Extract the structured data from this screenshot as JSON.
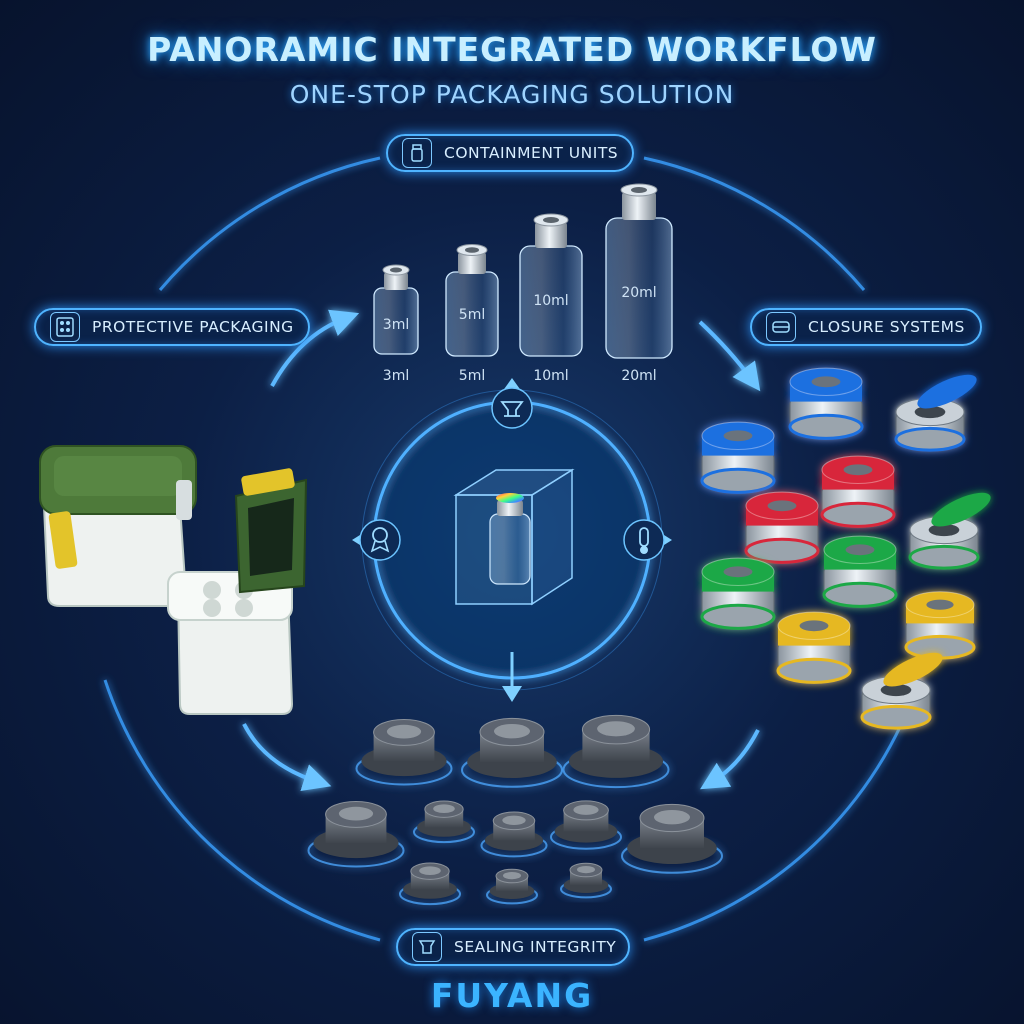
{
  "header": {
    "title": "PANORAMIC INTEGRATED WORKFLOW",
    "subtitle": "ONE-STOP PACKAGING SOLUTION"
  },
  "stages": {
    "top": {
      "label": "CONTAINMENT UNITS",
      "icon": "vial-icon"
    },
    "left": {
      "label": "PROTECTIVE PACKAGING",
      "icon": "blister-pack-icon"
    },
    "right": {
      "label": "CLOSURE SYSTEMS",
      "icon": "cap-icon"
    },
    "bottom": {
      "label": "SEALING INTEGRITY",
      "icon": "stopper-icon"
    }
  },
  "vials": [
    {
      "on_glass": "3ml",
      "below": "3ml"
    },
    {
      "on_glass": "5ml",
      "below": "5ml"
    },
    {
      "on_glass": "10ml",
      "below": "10ml"
    },
    {
      "on_glass": "20ml",
      "below": "20ml"
    }
  ],
  "hub_icons": [
    "lab-icon",
    "certificate-icon",
    "thermometer-icon"
  ],
  "colors": {
    "glow": "#2f9bff",
    "cap_blue": "#1f6fe0",
    "cap_red": "#d8283a",
    "cap_green": "#1fa846",
    "cap_gold": "#e6b820",
    "stopper_gray": "#5d6470",
    "box_green": "#4e7a3a",
    "box_white": "#eef2f0",
    "latch_yellow": "#e3c42a"
  },
  "brand": "FUYANG"
}
